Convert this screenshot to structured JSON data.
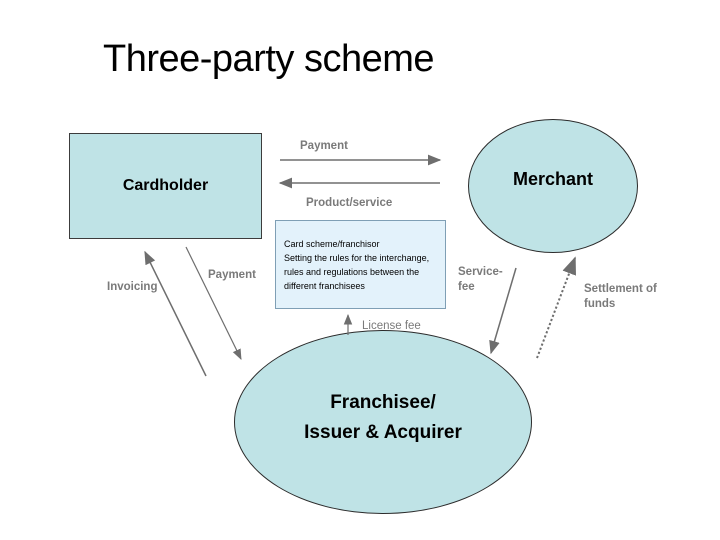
{
  "title": "Three-party scheme",
  "nodes": {
    "cardholder": "Cardholder",
    "merchant": "Merchant",
    "franchisee_line1": "Franchisee/",
    "franchisee_line2": "Issuer & Acquirer",
    "scheme_line1": "Card scheme/franchisor",
    "scheme_line2": "Setting the rules for the interchange,",
    "scheme_line3": "rules and regulations between the",
    "scheme_line4": "different franchisees"
  },
  "edges": {
    "payment_top": "Payment",
    "product_service": "Product/service",
    "payment_left": "Payment",
    "invoicing": "Invoicing",
    "service_fee_line1": "Service-",
    "service_fee_line2": "fee",
    "license_fee": "License fee",
    "settlement_line1": "Settlement of",
    "settlement_line2": "funds"
  },
  "colors": {
    "node_fill": "#bfe3e6",
    "scheme_fill": "#e3f2fb",
    "arrow": "#6e6e6e",
    "label": "#7a7a7a"
  }
}
